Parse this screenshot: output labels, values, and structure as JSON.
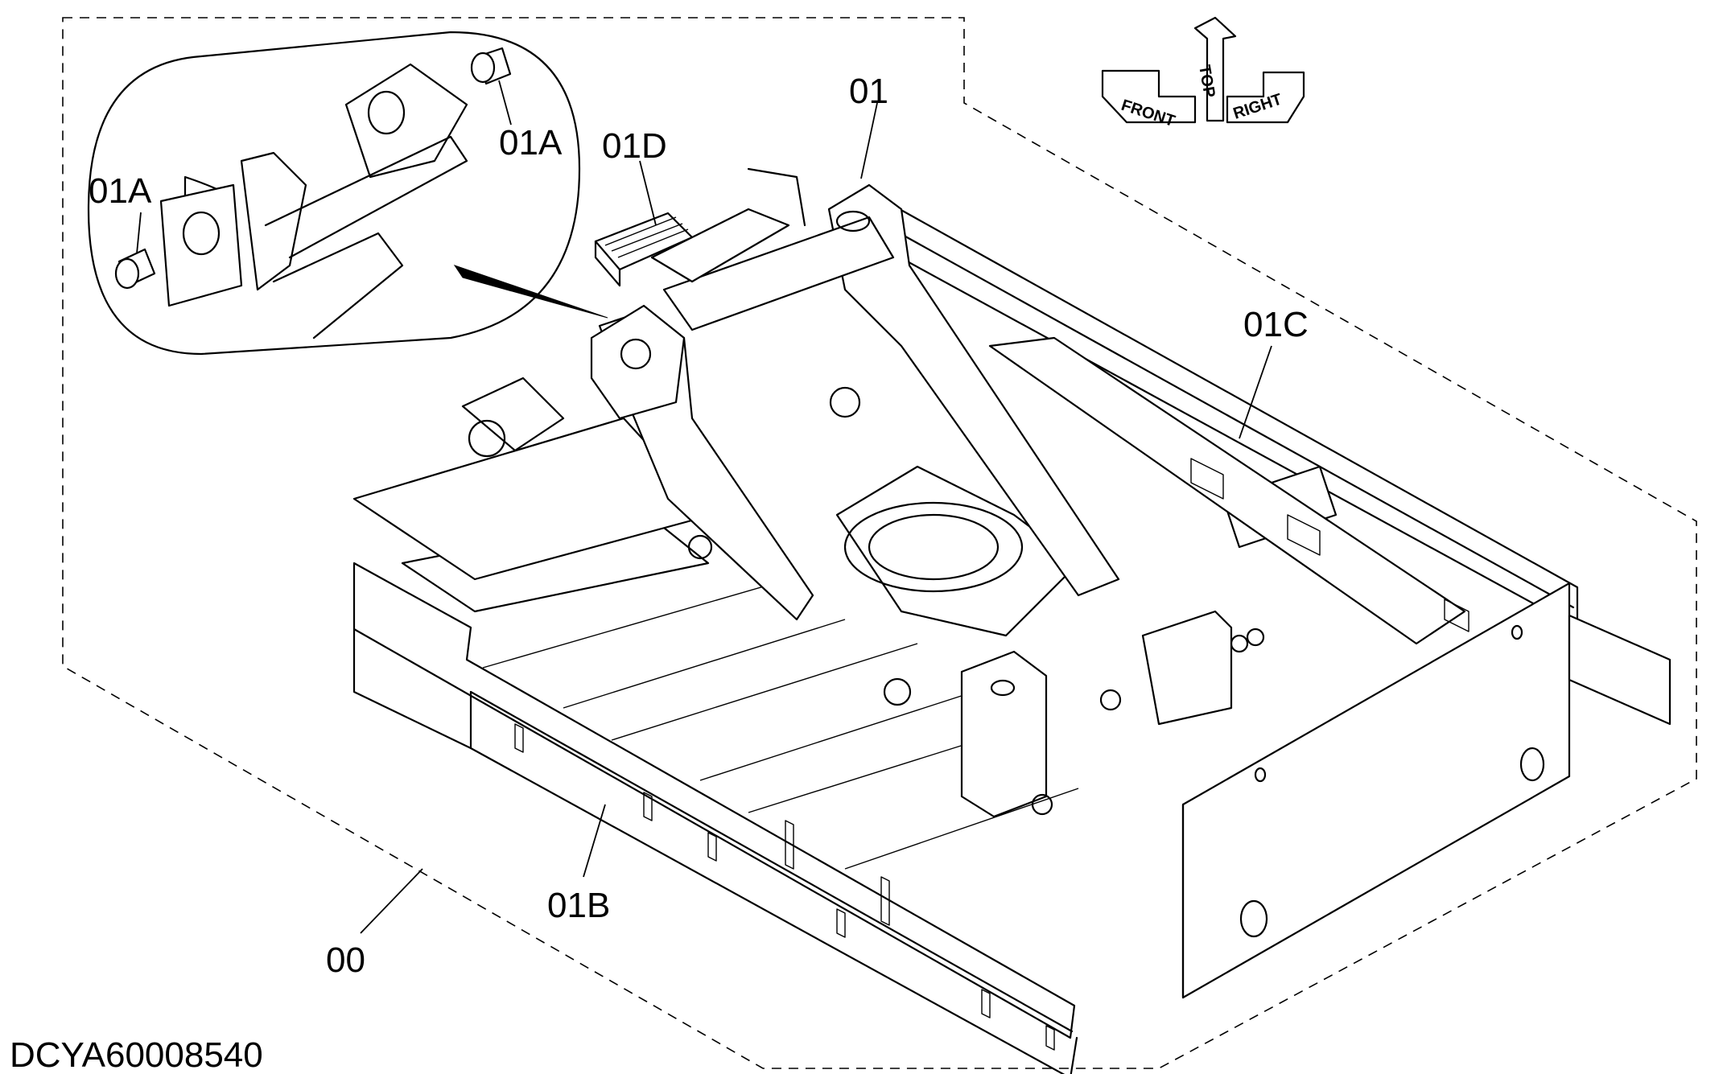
{
  "diagram": {
    "drawing_code": "DCYA60008540",
    "callouts": {
      "assembly": "00",
      "frame": "01",
      "bushing_left": "01A",
      "bushing_right": "01A",
      "side_frame_left": "01B",
      "side_frame_right": "01C",
      "step": "01D"
    },
    "orientation": {
      "top": "TOP",
      "front": "FRONT",
      "right": "RIGHT"
    }
  }
}
